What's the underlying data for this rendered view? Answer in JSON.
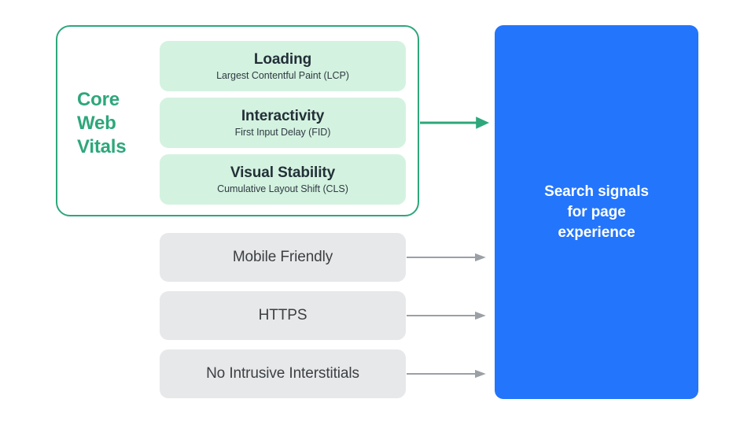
{
  "diagram": {
    "title": "Search signals for page experience",
    "background_color": "#FFFFFF",
    "colors": {
      "green_accent": "#2DA77B",
      "green_card_bg": "#D4F2E0",
      "gray_card_bg": "#E7E8EA",
      "blue_box_bg": "#2375FB",
      "dark_text": "#233038",
      "gray_text": "#3C4043",
      "gray_arrow": "#9AA0A6"
    }
  },
  "core_web_vitals": {
    "group_label": "Core\nWeb\nVitals",
    "group_label_lines": [
      "Core",
      "Web",
      "Vitals"
    ],
    "metrics": [
      {
        "title": "Loading",
        "subtitle": "Largest Contentful Paint (LCP)"
      },
      {
        "title": "Interactivity",
        "subtitle": "First Input Delay (FID)"
      },
      {
        "title": "Visual Stability",
        "subtitle": "Cumulative Layout Shift (CLS)"
      }
    ]
  },
  "other_signals": [
    {
      "label": "Mobile Friendly"
    },
    {
      "label": "HTTPS"
    },
    {
      "label": "No Intrusive Interstitials"
    }
  ],
  "destination": {
    "text": "Search signals\nfor page\nexperience"
  },
  "arrows": [
    {
      "name": "core-web-vitals-arrow",
      "color": "#2DA77B",
      "from": "core-web-vitals-group",
      "to": "search-signals-box"
    },
    {
      "name": "mobile-friendly-arrow",
      "color": "#9AA0A6",
      "from": "mobile-friendly-card",
      "to": "search-signals-box"
    },
    {
      "name": "https-arrow",
      "color": "#9AA0A6",
      "from": "https-card",
      "to": "search-signals-box"
    },
    {
      "name": "no-intrusive-interstitials-arrow",
      "color": "#9AA0A6",
      "from": "no-intrusive-interstitials-card",
      "to": "search-signals-box"
    }
  ]
}
